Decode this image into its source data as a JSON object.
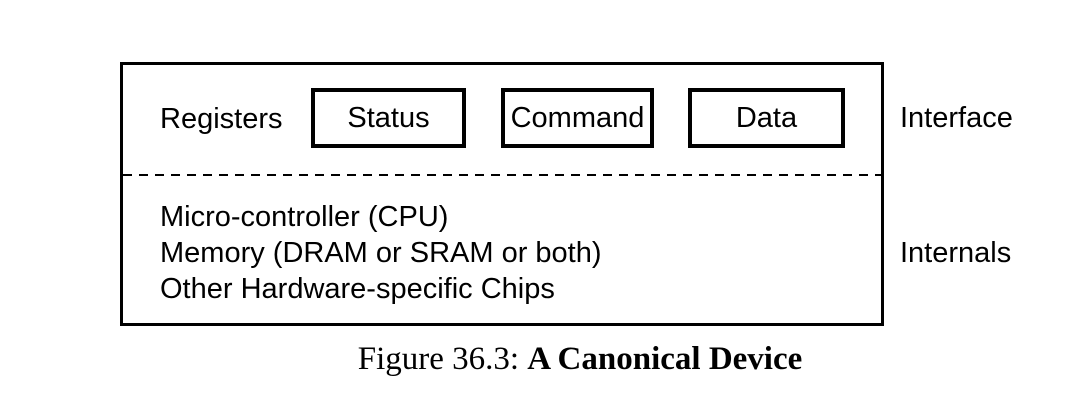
{
  "diagram": {
    "registers_label": "Registers",
    "register_boxes": [
      {
        "label": "Status"
      },
      {
        "label": "Command"
      },
      {
        "label": "Data"
      }
    ],
    "interface_label": "Interface",
    "internals_label": "Internals",
    "internals_items": {
      "0": "Micro-controller (CPU)",
      "1": "Memory (DRAM or SRAM or both)",
      "2": "Other Hardware-specific Chips"
    }
  },
  "caption": {
    "prefix": "Figure 36.3: ",
    "title": "A Canonical Device"
  }
}
